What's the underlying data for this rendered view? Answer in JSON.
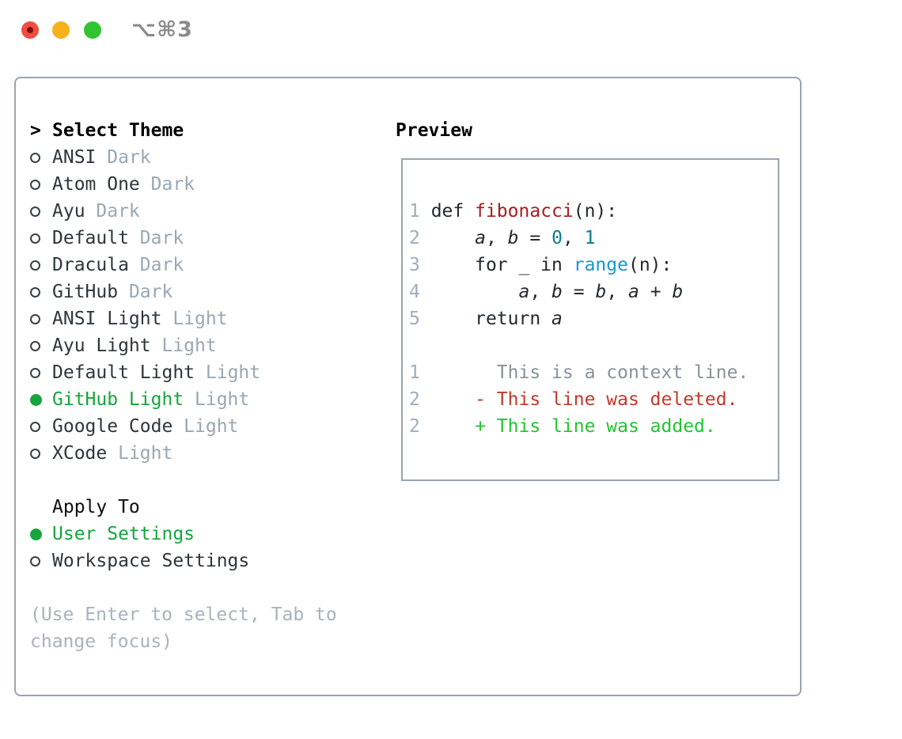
{
  "window": {
    "title": "⌥⌘3",
    "traffic_lights": [
      "close",
      "minimize",
      "zoom"
    ]
  },
  "theme_panel": {
    "prompt": ">",
    "header_label": "Select Theme",
    "themes": [
      {
        "name": "ANSI",
        "variant": "Dark",
        "selected": false
      },
      {
        "name": "Atom One",
        "variant": "Dark",
        "selected": false
      },
      {
        "name": "Ayu",
        "variant": "Dark",
        "selected": false
      },
      {
        "name": "Default",
        "variant": "Dark",
        "selected": false
      },
      {
        "name": "Dracula",
        "variant": "Dark",
        "selected": false
      },
      {
        "name": "GitHub",
        "variant": "Dark",
        "selected": false
      },
      {
        "name": "ANSI Light",
        "variant": "Light",
        "selected": false
      },
      {
        "name": "Ayu Light",
        "variant": "Light",
        "selected": false
      },
      {
        "name": "Default Light",
        "variant": "Light",
        "selected": false
      },
      {
        "name": "GitHub Light",
        "variant": "Light",
        "selected": true
      },
      {
        "name": "Google Code",
        "variant": "Light",
        "selected": false
      },
      {
        "name": "XCode",
        "variant": "Light",
        "selected": false
      }
    ],
    "apply_to_label": "Apply To",
    "apply_options": [
      {
        "name": "User Settings",
        "selected": true
      },
      {
        "name": "Workspace Settings",
        "selected": false
      }
    ],
    "help_lines": [
      "(Use Enter to select, Tab to",
      "change focus)"
    ]
  },
  "preview": {
    "title": "Preview",
    "lines": [
      {
        "num": "1",
        "tokens": [
          {
            "t": " def ",
            "c": "fg"
          },
          {
            "t": "fibonacci",
            "c": "func"
          },
          {
            "t": "(n):",
            "c": "fg"
          }
        ]
      },
      {
        "num": "2",
        "tokens": [
          {
            "t": "     ",
            "c": "fg"
          },
          {
            "t": "a",
            "c": "var"
          },
          {
            "t": ", ",
            "c": "fg"
          },
          {
            "t": "b",
            "c": "var"
          },
          {
            "t": " = ",
            "c": "fg"
          },
          {
            "t": "0",
            "c": "num"
          },
          {
            "t": ", ",
            "c": "fg"
          },
          {
            "t": "1",
            "c": "num"
          }
        ]
      },
      {
        "num": "3",
        "tokens": [
          {
            "t": "     for _ in ",
            "c": "fg"
          },
          {
            "t": "range",
            "c": "builtin"
          },
          {
            "t": "(n):",
            "c": "fg"
          }
        ]
      },
      {
        "num": "4",
        "tokens": [
          {
            "t": "         ",
            "c": "fg"
          },
          {
            "t": "a",
            "c": "var"
          },
          {
            "t": ", ",
            "c": "fg"
          },
          {
            "t": "b",
            "c": "var"
          },
          {
            "t": " = ",
            "c": "fg"
          },
          {
            "t": "b",
            "c": "var"
          },
          {
            "t": ", ",
            "c": "fg"
          },
          {
            "t": "a",
            "c": "var"
          },
          {
            "t": " + ",
            "c": "fg"
          },
          {
            "t": "b",
            "c": "var"
          }
        ]
      },
      {
        "num": "5",
        "tokens": [
          {
            "t": "     return ",
            "c": "fg"
          },
          {
            "t": "a",
            "c": "var"
          }
        ]
      },
      {
        "blank": true
      },
      {
        "num": "1",
        "tokens": [
          {
            "t": "       This is a context line.",
            "c": "context"
          }
        ]
      },
      {
        "num": "2",
        "tokens": [
          {
            "t": "     ",
            "c": "fg"
          },
          {
            "t": "- This line was deleted.",
            "c": "removed"
          }
        ]
      },
      {
        "num": "2",
        "tokens": [
          {
            "t": "     ",
            "c": "fg"
          },
          {
            "t": "+ This line was added.",
            "c": "added"
          }
        ]
      }
    ]
  },
  "colors": {
    "c-border": "#9ba4ae",
    "c-text-dark": "#2f353c",
    "c-muted": "#9aa7b3",
    "c-help": "#a9b2bc",
    "c-green": "#16a53c",
    "c-code-fg": "#24292e",
    "c-func": "#a51e20",
    "c-builtin": "#1299d4",
    "c-num": "#0b7e8a",
    "c-lnum": "#9fadba",
    "c-context": "#8a9199",
    "c-removed": "#c2392c",
    "c-added": "#22c52f",
    "tl-red": "#ee4d41",
    "tl-red-dot": "#7e0d08",
    "tl-yellow": "#f6b21b",
    "tl-green": "#31c431",
    "title-gray": "#8b8b8b"
  }
}
